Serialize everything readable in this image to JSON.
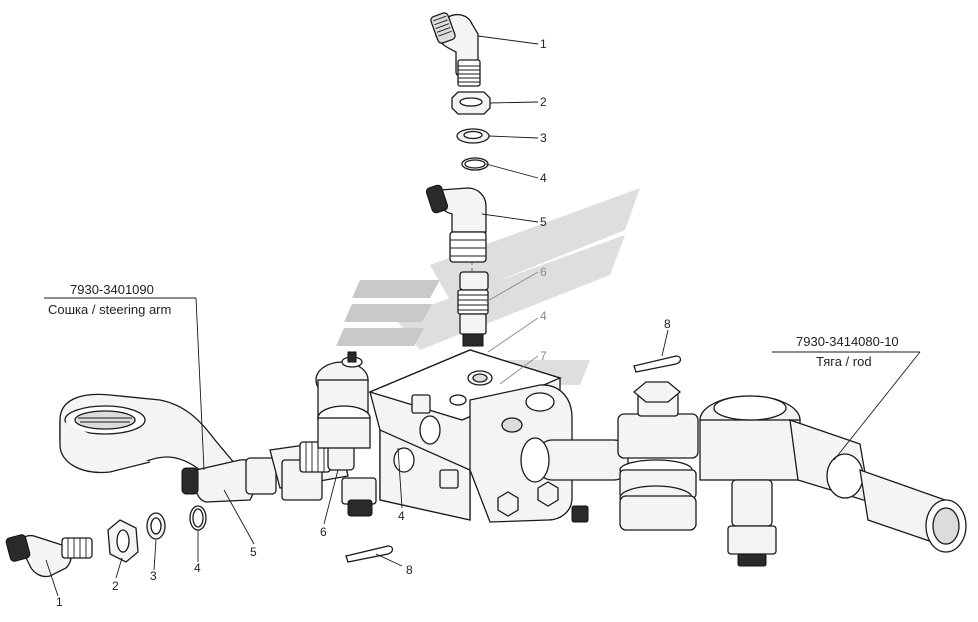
{
  "callouts": {
    "c1_top": "1",
    "c2_top": "2",
    "c3_top": "3",
    "c4_top": "4",
    "c5_top": "5",
    "c6_top": "6",
    "c4_mid": "4",
    "c7": "7",
    "c8_right": "8",
    "c1_bottom": "1",
    "c2_bottom": "2",
    "c3_bottom": "3",
    "c4_bottom": "4",
    "c5_bottom": "5",
    "c6_bottom": "6",
    "c4_body": "4",
    "c8_bottom": "8"
  },
  "assemblies": {
    "steering_arm": {
      "part_number": "7930-3401090",
      "caption": "Сошка / steering arm"
    },
    "rod": {
      "part_number": "7930-3414080-10",
      "caption": "Тяга / rod"
    }
  },
  "colors": {
    "line": "#1a1a1a",
    "fill_light": "#f4f4f4",
    "grey_label": "#8a8a8a",
    "watermark": "#c9c9c9"
  }
}
